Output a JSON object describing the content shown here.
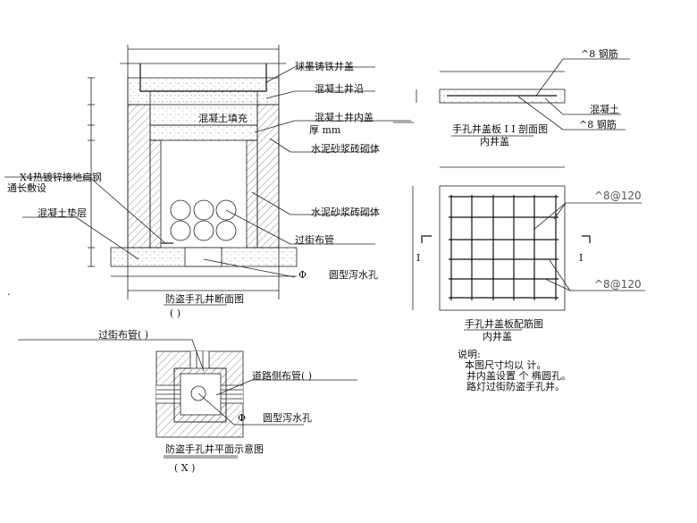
{
  "section": {
    "title": "防盗手孔井断面图",
    "scale": "(          )",
    "labels": {
      "cover": "球墨铸铁井盖",
      "rim": "混凝土井沿",
      "fill": "混凝土填充",
      "inner_cover": "混凝土井内盖",
      "thickness": "厚      mm",
      "masonry_outer": "水泥砂浆砖砌体",
      "ground_steel_1": "X4热镀锌接地扁钢",
      "ground_steel_2": "通长敷设",
      "cushion": "混凝土垫层",
      "masonry_inner": "水泥砂浆砖砌体",
      "crossing_pipe": "过街布管",
      "phi": "Φ",
      "drain_hole": "圆型泻水孔"
    }
  },
  "cover_section": {
    "title": "手孔井盖板  I    I 剖面图",
    "subtitle": "内井盖",
    "rebar_top": "^8 钢筋",
    "concrete": "混凝土",
    "rebar_bottom": "^8 钢筋"
  },
  "cover_plan": {
    "title": "手孔井盖板配筋图",
    "subtitle": "内井盖",
    "rebar_1": "^8@120",
    "rebar_2": "^8@120",
    "cut_left": "I",
    "cut_right": "I"
  },
  "notes": {
    "heading": "说明:",
    "lines": [
      "本图尺寸均以    计。",
      "井内盖设置  个              椭圆孔。",
      "路灯过街防盗手孔井。"
    ]
  },
  "plan": {
    "title": "防盗手孔井平面示意图",
    "scale": "(    X     )",
    "crossing_pipe": "过街布管(          )",
    "road_pipe": "道路侧布管(          )",
    "phi": "Φ",
    "drain_hole": "圆型泻水孔"
  }
}
